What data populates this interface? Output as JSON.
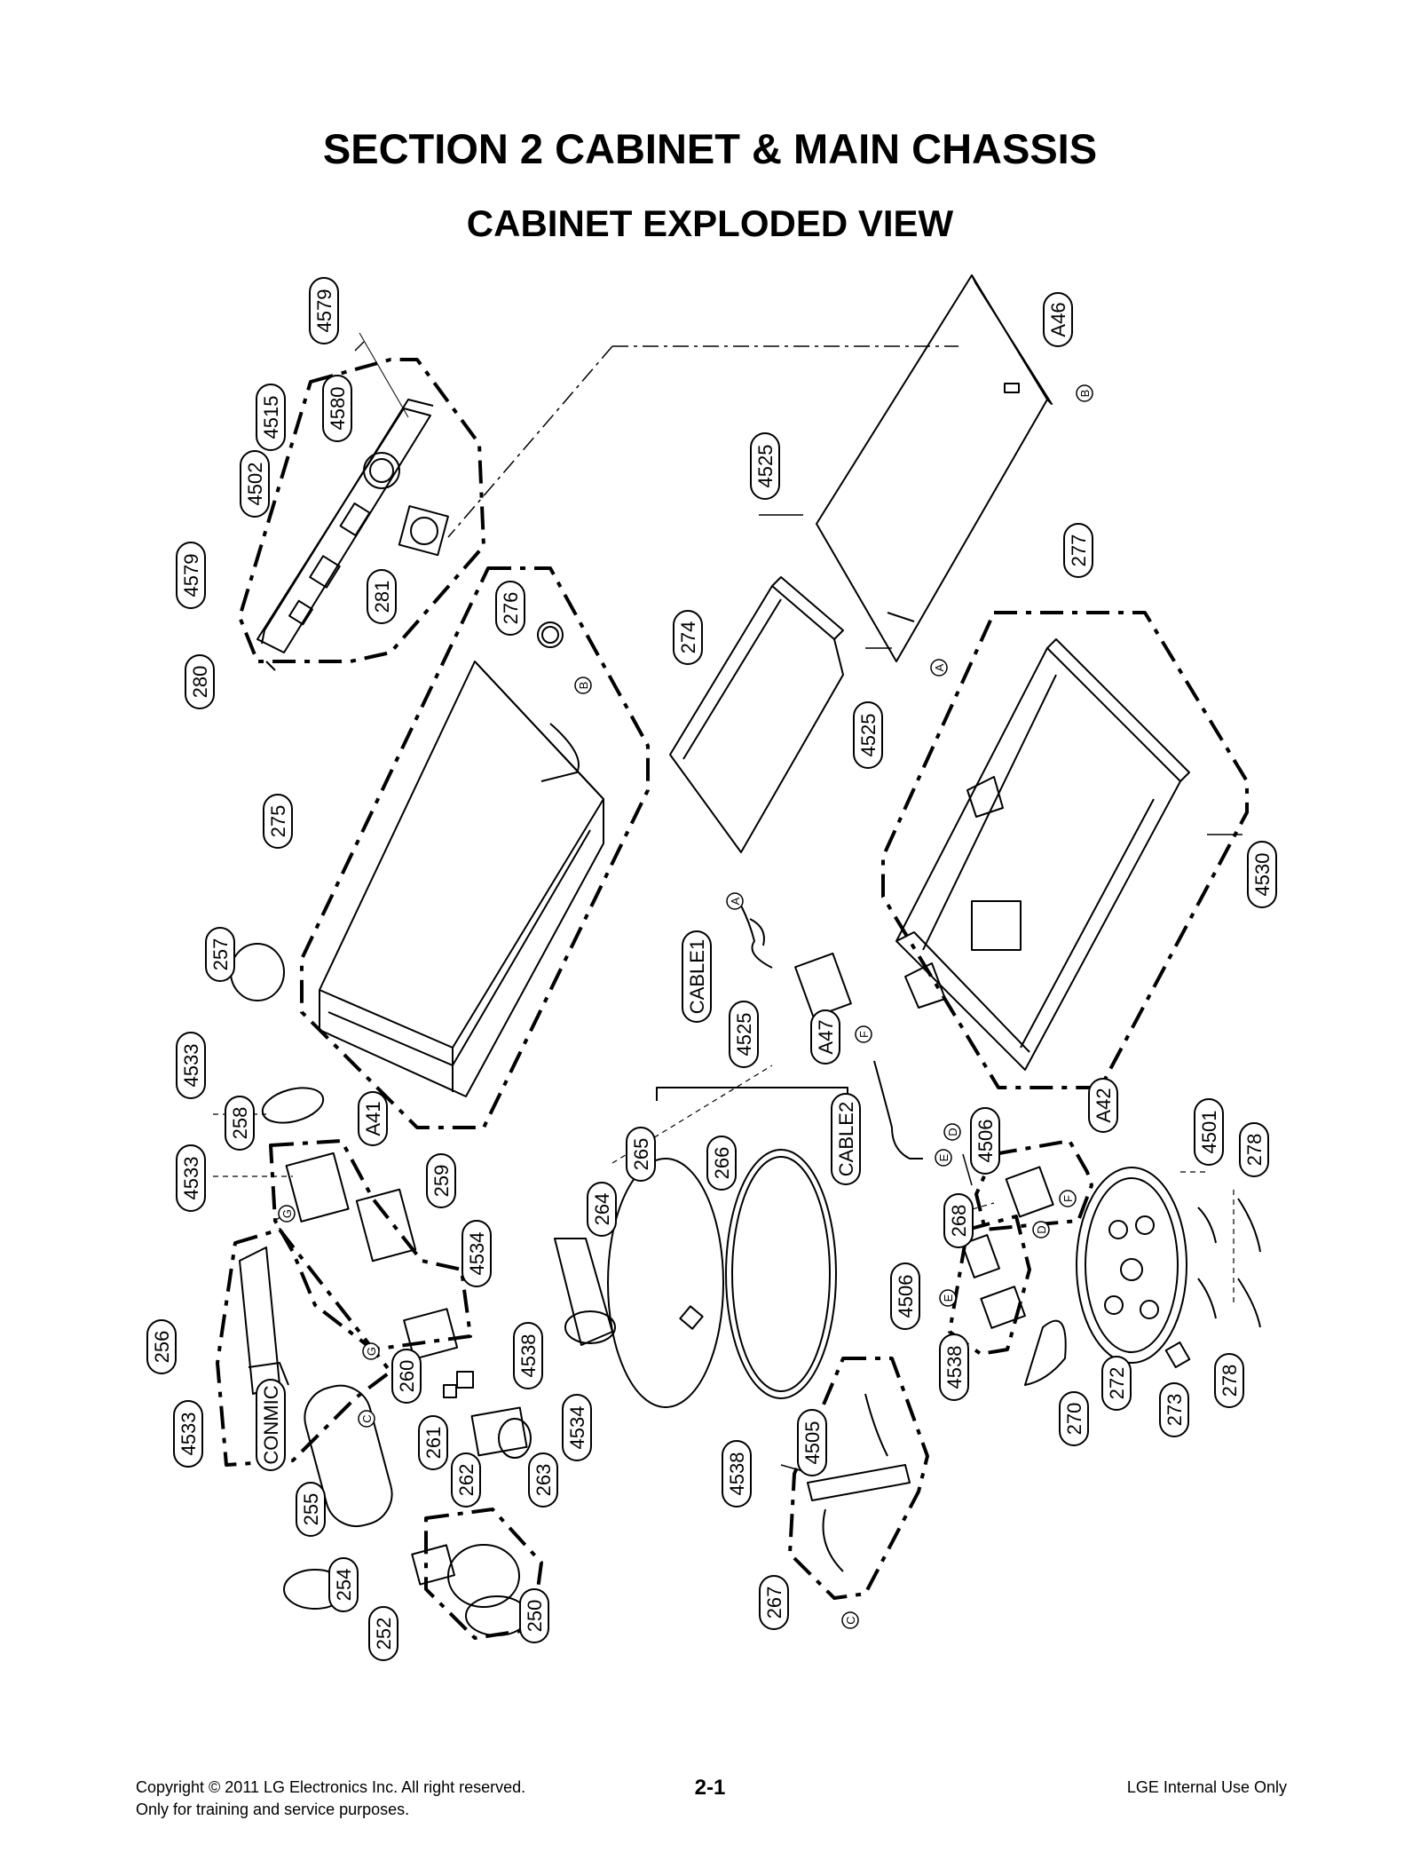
{
  "header": {
    "section_title": "SECTION 2 CABINET & MAIN CHASSIS",
    "view_title": "CABINET EXPLODED VIEW"
  },
  "parts": [
    {
      "id": "p1",
      "label": "4579"
    },
    {
      "id": "p2",
      "label": "4580"
    },
    {
      "id": "p3",
      "label": "4515"
    },
    {
      "id": "p4",
      "label": "4502"
    },
    {
      "id": "p5",
      "label": "4579"
    },
    {
      "id": "p6",
      "label": "281"
    },
    {
      "id": "p7",
      "label": "280"
    },
    {
      "id": "p8",
      "label": "276"
    },
    {
      "id": "p9",
      "label": "275"
    },
    {
      "id": "p10",
      "label": "A46"
    },
    {
      "id": "p11",
      "label": "4525"
    },
    {
      "id": "p12",
      "label": "274"
    },
    {
      "id": "p13",
      "label": "4525"
    },
    {
      "id": "p14",
      "label": "277"
    },
    {
      "id": "p15",
      "label": "4530"
    },
    {
      "id": "p16",
      "label": "257"
    },
    {
      "id": "p17",
      "label": "4533"
    },
    {
      "id": "p18",
      "label": "258"
    },
    {
      "id": "p19",
      "label": "A41"
    },
    {
      "id": "p20",
      "label": "4533"
    },
    {
      "id": "p21",
      "label": "259"
    },
    {
      "id": "p22",
      "label": "CABLE1"
    },
    {
      "id": "p23",
      "label": "4525"
    },
    {
      "id": "p24",
      "label": "A47"
    },
    {
      "id": "p25",
      "label": "CABLE2"
    },
    {
      "id": "p26",
      "label": "265"
    },
    {
      "id": "p27",
      "label": "266"
    },
    {
      "id": "p28",
      "label": "264"
    },
    {
      "id": "p29",
      "label": "4534"
    },
    {
      "id": "p30",
      "label": "256"
    },
    {
      "id": "p31",
      "label": "4538"
    },
    {
      "id": "p32",
      "label": "260"
    },
    {
      "id": "p33",
      "label": "261"
    },
    {
      "id": "p34",
      "label": "4533"
    },
    {
      "id": "p35",
      "label": "CONMIC"
    },
    {
      "id": "p36",
      "label": "262"
    },
    {
      "id": "p37",
      "label": "263"
    },
    {
      "id": "p38",
      "label": "4534"
    },
    {
      "id": "p39",
      "label": "255"
    },
    {
      "id": "p40",
      "label": "254"
    },
    {
      "id": "p41",
      "label": "252"
    },
    {
      "id": "p42",
      "label": "250"
    },
    {
      "id": "p43",
      "label": "4506"
    },
    {
      "id": "p44",
      "label": "A42"
    },
    {
      "id": "p45",
      "label": "268"
    },
    {
      "id": "p46",
      "label": "4506"
    },
    {
      "id": "p47",
      "label": "4501"
    },
    {
      "id": "p48",
      "label": "278"
    },
    {
      "id": "p49",
      "label": "4538"
    },
    {
      "id": "p50",
      "label": "270"
    },
    {
      "id": "p51",
      "label": "272"
    },
    {
      "id": "p52",
      "label": "273"
    },
    {
      "id": "p53",
      "label": "278"
    },
    {
      "id": "p54",
      "label": "4505"
    },
    {
      "id": "p55",
      "label": "4538"
    },
    {
      "id": "p56",
      "label": "267"
    }
  ],
  "connectors": [
    "A",
    "A",
    "B",
    "B",
    "C",
    "C",
    "D",
    "D",
    "E",
    "E",
    "F",
    "F",
    "G",
    "G"
  ],
  "footer": {
    "copyright_line1": "Copyright © 2011 LG Electronics Inc. All right reserved.",
    "copyright_line2": "Only for training and service purposes.",
    "page_number": "2-1",
    "classification": "LGE Internal Use Only"
  }
}
